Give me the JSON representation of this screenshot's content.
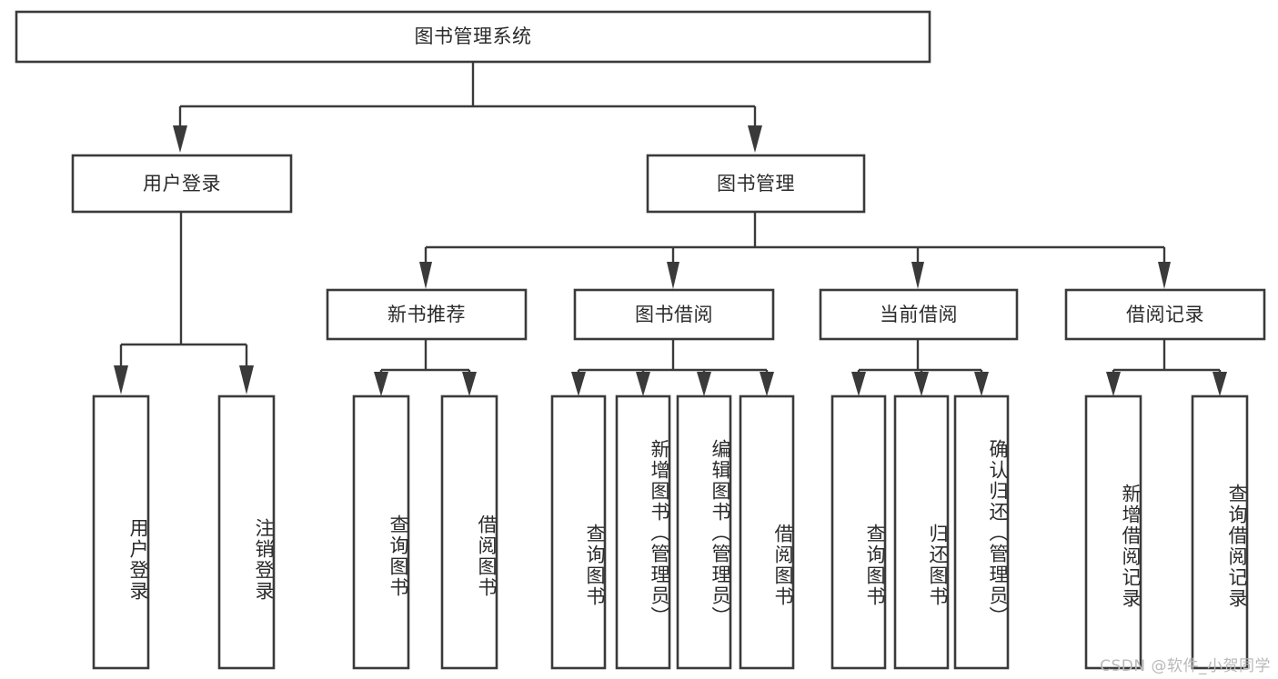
{
  "diagram": {
    "title": "图书管理系统",
    "type": "tree",
    "orientation": "top-down",
    "colors": {
      "box_stroke": "#3a3a3a",
      "box_fill": "#ffffff",
      "connector": "#3a3a3a",
      "text": "#2b2b2b",
      "background": "#ffffff",
      "watermark": "#b9b9b9"
    },
    "root": {
      "label": "图书管理系统",
      "orientation": "horizontal"
    },
    "level2": [
      {
        "label": "用户登录",
        "orientation": "horizontal"
      },
      {
        "label": "图书管理",
        "orientation": "horizontal"
      }
    ],
    "level3": [
      {
        "label": "新书推荐",
        "orientation": "horizontal"
      },
      {
        "label": "图书借阅",
        "orientation": "horizontal"
      },
      {
        "label": "当前借阅",
        "orientation": "horizontal"
      },
      {
        "label": "借阅记录",
        "orientation": "horizontal"
      }
    ],
    "leaves": {
      "user_login": [
        {
          "label": "用户登录",
          "orientation": "vertical"
        },
        {
          "label": "注销登录",
          "orientation": "vertical"
        }
      ],
      "new_book_recommend": [
        {
          "label": "查询图书",
          "orientation": "vertical"
        },
        {
          "label": "借阅图书",
          "orientation": "vertical"
        }
      ],
      "book_borrow": [
        {
          "label": "查询图书",
          "orientation": "vertical"
        },
        {
          "label": "新增图书（管理员）",
          "orientation": "vertical"
        },
        {
          "label": "编辑图书（管理员）",
          "orientation": "vertical"
        },
        {
          "label": "借阅图书",
          "orientation": "vertical"
        }
      ],
      "current_borrow": [
        {
          "label": "查询图书",
          "orientation": "vertical"
        },
        {
          "label": "归还图书",
          "orientation": "vertical"
        },
        {
          "label": "确认归还（管理员）",
          "orientation": "vertical"
        }
      ],
      "borrow_record": [
        {
          "label": "新增借阅记录",
          "orientation": "vertical"
        },
        {
          "label": "查询借阅记录",
          "orientation": "vertical"
        }
      ]
    },
    "edges": [
      {
        "from": "图书管理系统",
        "to": "用户登录"
      },
      {
        "from": "图书管理系统",
        "to": "图书管理"
      },
      {
        "from": "用户登录",
        "to": "用户登录(叶)"
      },
      {
        "from": "用户登录",
        "to": "注销登录"
      },
      {
        "from": "图书管理",
        "to": "新书推荐"
      },
      {
        "from": "图书管理",
        "to": "图书借阅"
      },
      {
        "from": "图书管理",
        "to": "当前借阅"
      },
      {
        "from": "图书管理",
        "to": "借阅记录"
      },
      {
        "from": "新书推荐",
        "to": "查询图书"
      },
      {
        "from": "新书推荐",
        "to": "借阅图书"
      },
      {
        "from": "图书借阅",
        "to": "查询图书"
      },
      {
        "from": "图书借阅",
        "to": "新增图书（管理员）"
      },
      {
        "from": "图书借阅",
        "to": "编辑图书（管理员）"
      },
      {
        "from": "图书借阅",
        "to": "借阅图书"
      },
      {
        "from": "当前借阅",
        "to": "查询图书"
      },
      {
        "from": "当前借阅",
        "to": "归还图书"
      },
      {
        "from": "当前借阅",
        "to": "确认归还（管理员）"
      },
      {
        "from": "借阅记录",
        "to": "新增借阅记录"
      },
      {
        "from": "借阅记录",
        "to": "查询借阅记录"
      }
    ]
  },
  "watermark": {
    "text": "CSDN @软件_小贺同学"
  }
}
